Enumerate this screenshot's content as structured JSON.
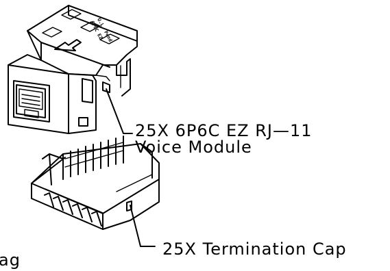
{
  "callouts": {
    "module_line1": "25X 6P6C EZ RJ—11",
    "module_line2": "Voice Module",
    "cap": "25X Termination Cap",
    "cut_off": "ag"
  },
  "part_markings": {
    "line1": "U.L. Pend.",
    "line2": "6P6C EZ"
  },
  "colors": {
    "line": "#000000",
    "background": "#ffffff"
  }
}
